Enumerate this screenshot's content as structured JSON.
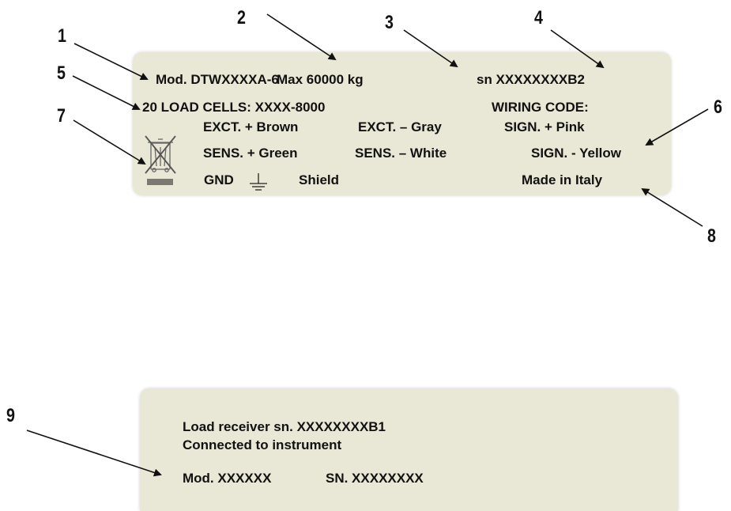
{
  "label_main": {
    "model_line": {
      "model": "Mod. DTWXXXXA-6",
      "max": "Max 60000 kg",
      "serial": "sn XXXXXXXXB2"
    },
    "load_cells": "20 LOAD CELLS: XXXX-8000",
    "wiring_code_title": "WIRING CODE:",
    "wiring": {
      "exct_plus": "EXCT. + Brown",
      "exct_minus": "EXCT. – Gray",
      "sign_plus": "SIGN. + Pink",
      "sens_plus": "SENS. + Green",
      "sens_minus": "SENS. – White",
      "sign_minus": "SIGN. - Yellow",
      "gnd": "GND",
      "shield": "Shield"
    },
    "made_in": "Made in Italy"
  },
  "label_second": {
    "line1": "Load receiver sn. XXXXXXXXB1",
    "line2": "Connected to instrument",
    "model": "Mod. XXXXXX",
    "serial": "SN. XXXXXXXX"
  },
  "callouts": [
    "1",
    "2",
    "3",
    "4",
    "5",
    "6",
    "7",
    "8",
    "9"
  ],
  "icons": {
    "weee": "crossed-out-wheelie-bin-icon",
    "ground": "ground-symbol-icon"
  },
  "colors": {
    "label_background": "#e9e8d7",
    "text": "#111111"
  }
}
